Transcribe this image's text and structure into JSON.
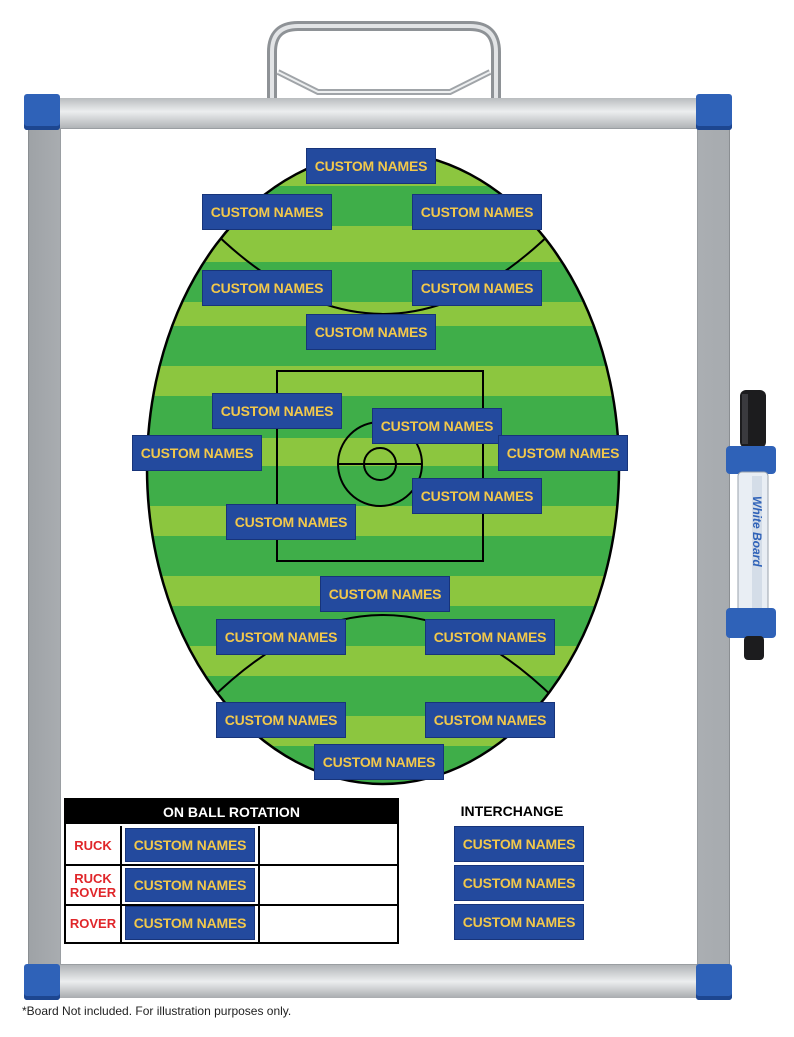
{
  "colors": {
    "tag_bg": "#234a9e",
    "tag_text": "#f2c84b",
    "field_light": "#8cc63f",
    "field_dark": "#3fae49",
    "frame_accent": "#2f62b8",
    "label_red": "#e0262a"
  },
  "field": {
    "tags": [
      "CUSTOM NAMES",
      "CUSTOM NAMES",
      "CUSTOM NAMES",
      "CUSTOM NAMES",
      "CUSTOM NAMES",
      "CUSTOM NAMES",
      "CUSTOM NAMES",
      "CUSTOM NAMES",
      "CUSTOM NAMES",
      "CUSTOM NAMES",
      "CUSTOM NAMES",
      "CUSTOM NAMES",
      "CUSTOM NAMES",
      "CUSTOM NAMES",
      "CUSTOM NAMES",
      "CUSTOM NAMES",
      "CUSTOM NAMES",
      "CUSTOM NAMES"
    ]
  },
  "on_ball": {
    "title": "ON BALL ROTATION",
    "rows": [
      {
        "label": "RUCK",
        "name": "CUSTOM NAMES"
      },
      {
        "label": "RUCK ROVER",
        "name": "CUSTOM NAMES"
      },
      {
        "label": "ROVER",
        "name": "CUSTOM NAMES"
      }
    ]
  },
  "interchange": {
    "title": "INTERCHANGE",
    "names": [
      "CUSTOM NAMES",
      "CUSTOM NAMES",
      "CUSTOM NAMES"
    ]
  },
  "marker": {
    "brand": "White Board"
  },
  "footnote": "*Board Not included. For illustration purposes only."
}
